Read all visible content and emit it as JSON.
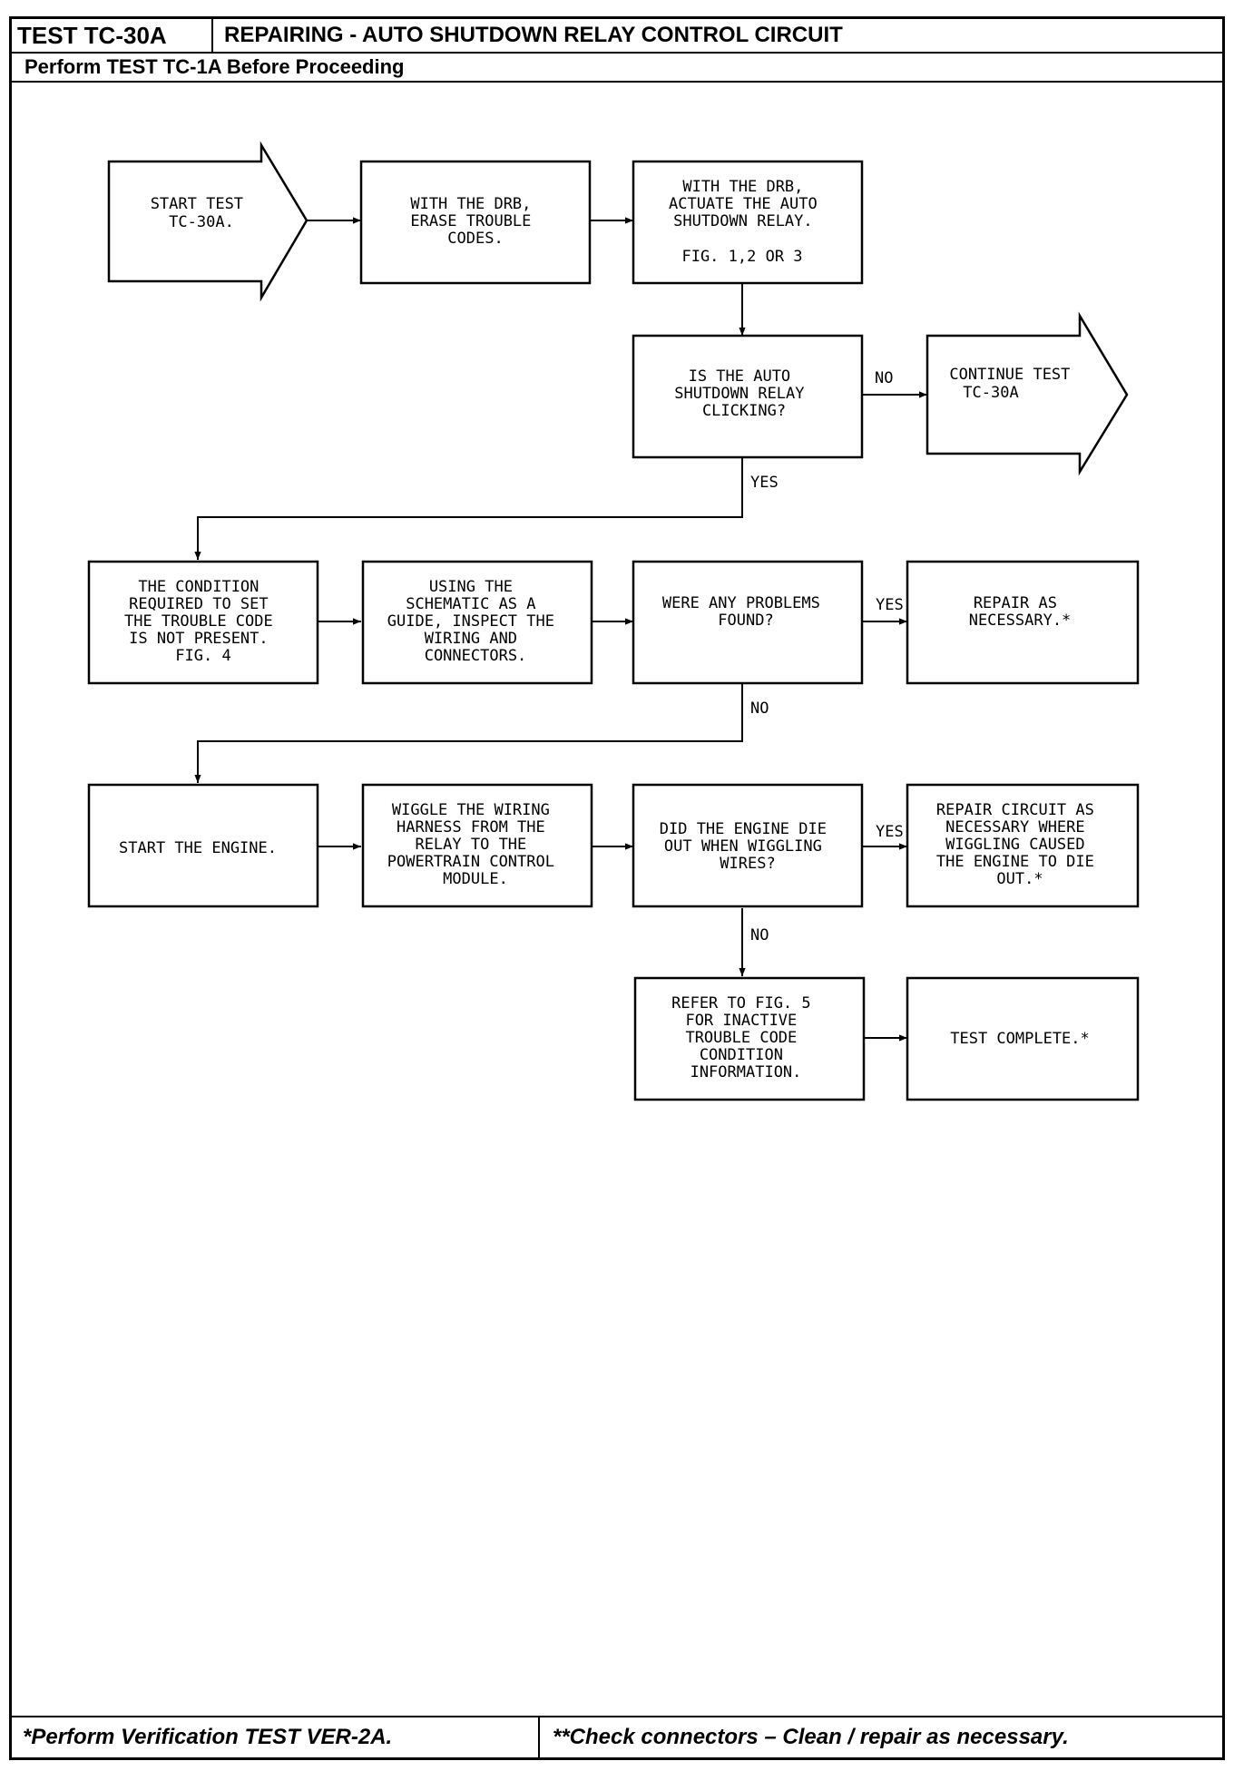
{
  "header": {
    "test_id": "TEST TC-30A",
    "title": "REPAIRING - AUTO SHUTDOWN RELAY CONTROL CIRCUIT",
    "subtitle": "Perform TEST TC-1A Before Proceeding"
  },
  "footer": {
    "left": "*Perform Verification TEST VER-2A.",
    "right": "**Check connectors – Clean / repair as necessary."
  },
  "flowchart": {
    "start": [
      "START TEST",
      "TC-30A."
    ],
    "erase": [
      "WITH THE DRB,",
      "ERASE TROUBLE",
      "CODES."
    ],
    "actuate": [
      "WITH THE DRB,",
      "ACTUATE THE AUTO",
      "SHUTDOWN RELAY."
    ],
    "actuate_fig": "FIG. 1,2 OR 3",
    "clicking": [
      "IS THE AUTO",
      "SHUTDOWN RELAY",
      "CLICKING?"
    ],
    "continue": [
      "CONTINUE TEST",
      "TC-30A"
    ],
    "condition": [
      "THE CONDITION",
      "REQUIRED TO SET",
      "THE TROUBLE CODE",
      "IS NOT PRESENT.",
      "FIG. 4"
    ],
    "inspect": [
      "USING THE",
      "SCHEMATIC AS A",
      "GUIDE, INSPECT THE",
      "WIRING AND",
      "CONNECTORS."
    ],
    "problems": [
      "WERE ANY PROBLEMS",
      "FOUND?"
    ],
    "repair": [
      "REPAIR AS",
      "NECESSARY.*"
    ],
    "start_engine": [
      "START THE ENGINE."
    ],
    "wiggle": [
      "WIGGLE THE WIRING",
      "HARNESS FROM THE",
      "RELAY TO THE",
      "POWERTRAIN CONTROL",
      "MODULE."
    ],
    "engine_die": [
      "DID THE ENGINE DIE",
      "OUT WHEN WIGGLING",
      "WIRES?"
    ],
    "repair_circuit": [
      "REPAIR CIRCUIT AS",
      "NECESSARY WHERE",
      "WIGGLING CAUSED",
      "THE ENGINE TO DIE",
      "OUT.*"
    ],
    "refer": [
      "REFER TO FIG. 5",
      "FOR INACTIVE",
      "TROUBLE CODE",
      "CONDITION",
      "INFORMATION."
    ],
    "complete": [
      "TEST COMPLETE.*"
    ],
    "labels": {
      "no_clicking": "NO",
      "yes_clicking": "YES",
      "yes_problems": "YES",
      "no_problems": "NO",
      "yes_engine": "YES",
      "no_engine": "NO"
    }
  }
}
